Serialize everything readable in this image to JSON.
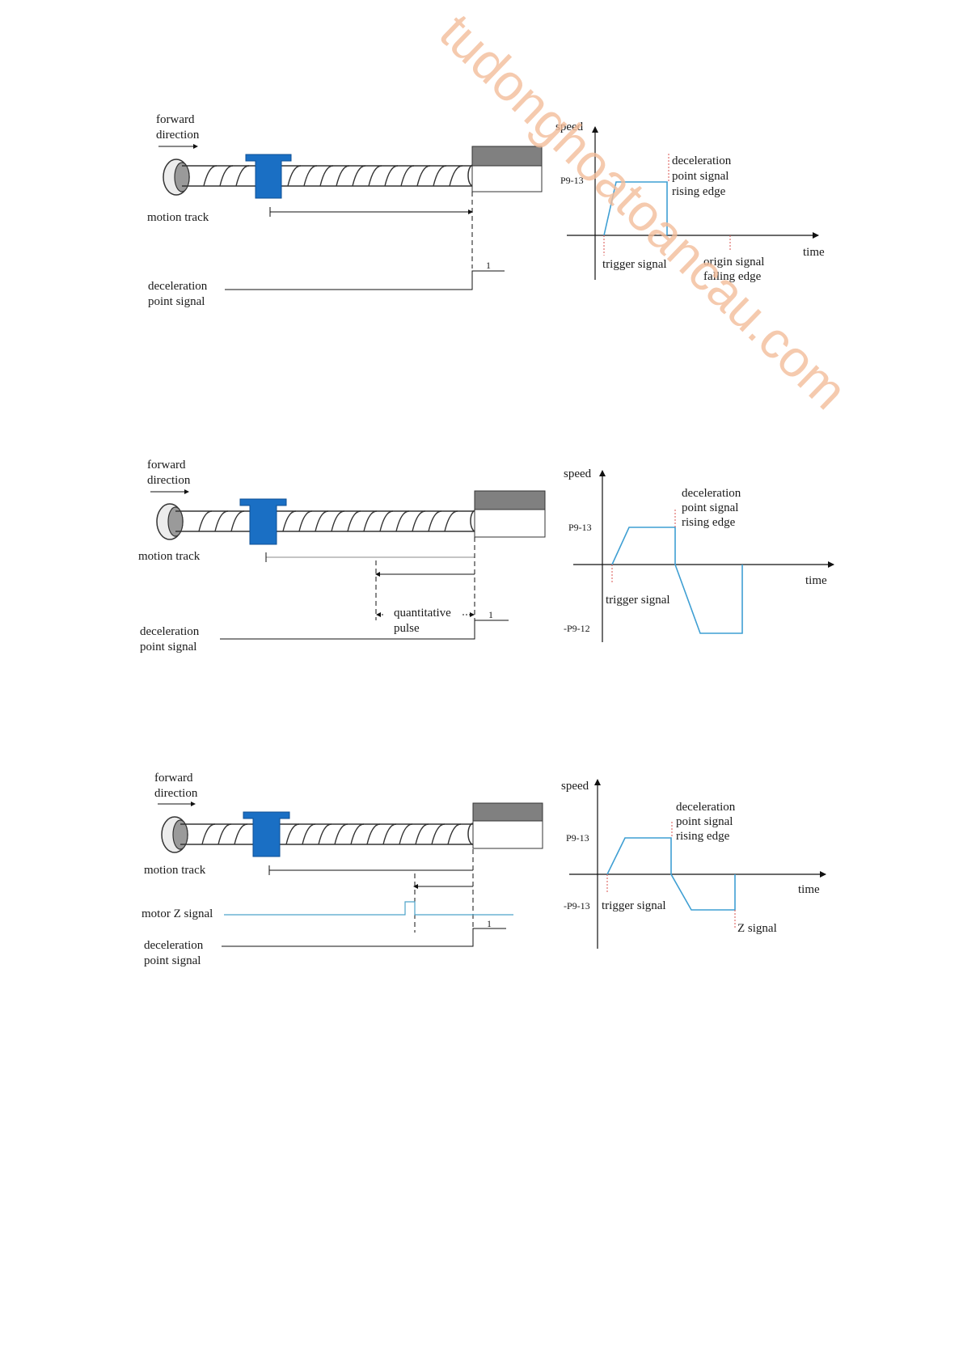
{
  "watermark": "tudonghoatoancau.com",
  "diagrams": [
    {
      "labels": {
        "forward_1": "forward",
        "forward_2": "direction",
        "motion_track": "motion track",
        "decel_1": "deceleration",
        "decel_2": "point signal",
        "level_one": "1"
      },
      "speed_chart": {
        "y_axis": "speed",
        "x_axis": "time",
        "p_pos": "P9-13",
        "decel_edge": [
          "deceleration",
          "point signal",
          "rising edge"
        ],
        "trigger": "trigger signal",
        "origin_edge": [
          "origin signal",
          "falling edge"
        ]
      }
    },
    {
      "labels": {
        "forward_1": "forward",
        "forward_2": "direction",
        "motion_track": "motion track",
        "decel_1": "deceleration",
        "decel_2": "point signal",
        "quant_1": "quantitative",
        "quant_2": "pulse",
        "level_one": "1"
      },
      "speed_chart": {
        "y_axis": "speed",
        "x_axis": "time",
        "p_pos": "P9-13",
        "p_neg": "-P9-12",
        "decel_edge": [
          "deceleration",
          "point signal",
          "rising edge"
        ],
        "trigger": "trigger signal"
      }
    },
    {
      "labels": {
        "forward_1": "forward",
        "forward_2": "direction",
        "motion_track": "motion track",
        "motor_z": "motor Z signal",
        "decel_1": "deceleration",
        "decel_2": "point signal",
        "level_one": "1"
      },
      "speed_chart": {
        "y_axis": "speed",
        "x_axis": "time",
        "p_pos": "P9-13",
        "p_neg": "-P9-13",
        "decel_edge": [
          "deceleration",
          "point signal",
          "rising edge"
        ],
        "trigger": "trigger signal",
        "z_signal": "Z signal"
      }
    }
  ],
  "colors": {
    "slider": "#1a6fc4",
    "slider_edge": "#0d4f94",
    "speed_curve": "#3f9fd3",
    "marker": "#d9534f",
    "block_top": "#808080",
    "z_line": "#4ea3c9"
  }
}
